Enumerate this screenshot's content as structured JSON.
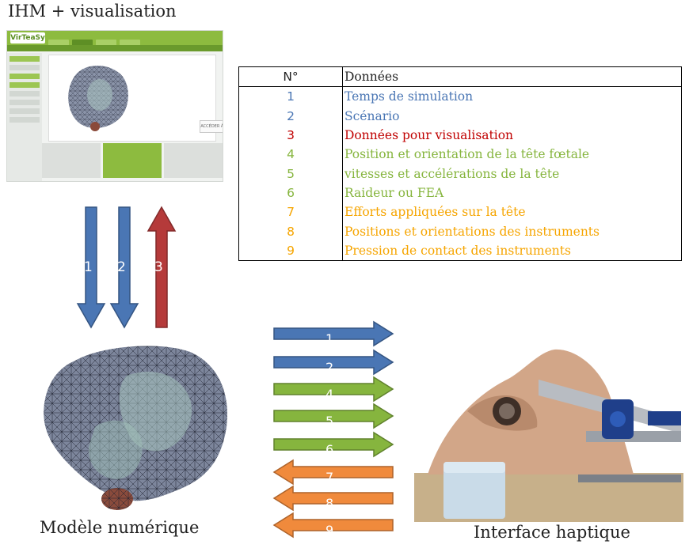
{
  "titles": {
    "ihm": "IHM + visualisation",
    "model": "Modèle numérique",
    "haptic": "Interface haptique"
  },
  "screenshot": {
    "logo": "VirTeaSy",
    "button": "ACCÉDER À L'EXERCICE"
  },
  "table": {
    "headers": [
      "N°",
      "Données"
    ],
    "rows": [
      {
        "n": "1",
        "label": "Temps de simulation",
        "color": "#4a76b4"
      },
      {
        "n": "2",
        "label": "Scénario",
        "color": "#4a76b4"
      },
      {
        "n": "3",
        "label": "Données pour visualisation",
        "color": "#c00000"
      },
      {
        "n": "4",
        "label": "Position et orientation de la tête fœtale",
        "color": "#86b53e"
      },
      {
        "n": "5",
        "label": "vitesses et accélérations de la tête",
        "color": "#86b53e"
      },
      {
        "n": "6",
        "label": "Raideur ou FEA",
        "color": "#86b53e"
      },
      {
        "n": "7",
        "label": "Efforts appliquées sur la tête",
        "color": "#f6a500"
      },
      {
        "n": "8",
        "label": "Positions et orientations des instruments",
        "color": "#f6a500"
      },
      {
        "n": "9",
        "label": "Pression de contact des instruments",
        "color": "#f6a500"
      }
    ]
  },
  "vertical_arrows": [
    {
      "label": "1",
      "direction": "down",
      "color": "#4a76b4"
    },
    {
      "label": "2",
      "direction": "down",
      "color": "#4a76b4"
    },
    {
      "label": "3",
      "direction": "up",
      "color": "#b53a3a"
    }
  ],
  "horizontal_arrows": [
    {
      "label": "1",
      "direction": "right",
      "color": "#4a76b4"
    },
    {
      "label": "2",
      "direction": "right",
      "color": "#4a76b4"
    },
    {
      "label": "4",
      "direction": "right",
      "color": "#86b53e"
    },
    {
      "label": "5",
      "direction": "right",
      "color": "#86b53e"
    },
    {
      "label": "6",
      "direction": "right",
      "color": "#86b53e"
    },
    {
      "label": "7",
      "direction": "left",
      "color": "#f08a3c"
    },
    {
      "label": "8",
      "direction": "left",
      "color": "#f08a3c"
    },
    {
      "label": "9",
      "direction": "left",
      "color": "#f08a3c"
    }
  ]
}
